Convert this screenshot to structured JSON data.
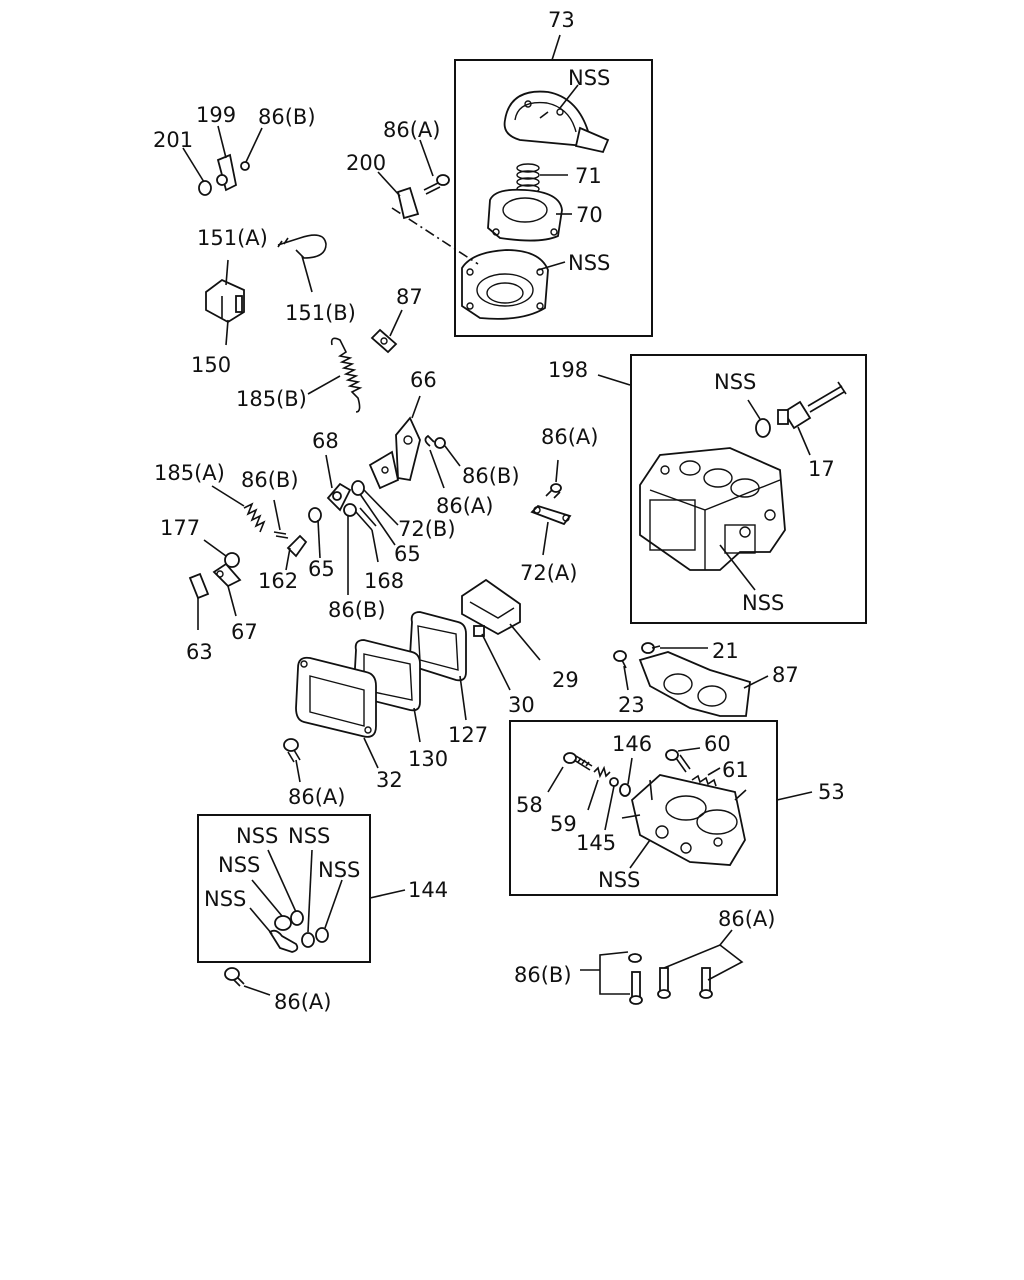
{
  "labels": {
    "l73": "73",
    "l_nss_cap": "NSS",
    "l71": "71",
    "l70": "70",
    "l_nss_base": "NSS",
    "l199": "199",
    "l86b_top": "86(B)",
    "l201": "201",
    "l86a_top": "86(A)",
    "l200": "200",
    "l151a": "151(A)",
    "l151b": "151(B)",
    "l150": "150",
    "l87_top": "87",
    "l185b": "185(B)",
    "l66": "66",
    "l198": "198",
    "l_nss_sensor": "NSS",
    "l17": "17",
    "l_nss_body": "NSS",
    "l68": "68",
    "l185a": "185(A)",
    "l86b_left": "86(B)",
    "l86b_right": "86(B)",
    "l86a_mid": "86(A)",
    "l72b": "72(B)",
    "l86a_right": "86(A)",
    "l72a": "72(A)",
    "l177": "177",
    "l162": "162",
    "l65a": "65",
    "l65b": "65",
    "l168": "168",
    "l86b_low": "86(B)",
    "l63": "63",
    "l67": "67",
    "l29": "29",
    "l30": "30",
    "l127": "127",
    "l130": "130",
    "l32": "32",
    "l86a_gasket": "86(A)",
    "l21": "21",
    "l87_low": "87",
    "l23": "23",
    "l53": "53",
    "l146": "146",
    "l60": "60",
    "l61": "61",
    "l58": "58",
    "l59": "59",
    "l145": "145",
    "l_nss_throttle": "NSS",
    "l144": "144",
    "l_nss_k1": "NSS",
    "l_nss_k2": "NSS",
    "l_nss_k3": "NSS",
    "l_nss_k4": "NSS",
    "l_nss_k5": "NSS",
    "l86a_kit": "86(A)",
    "l86a_br": "86(A)",
    "l86b_br": "86(B)"
  }
}
